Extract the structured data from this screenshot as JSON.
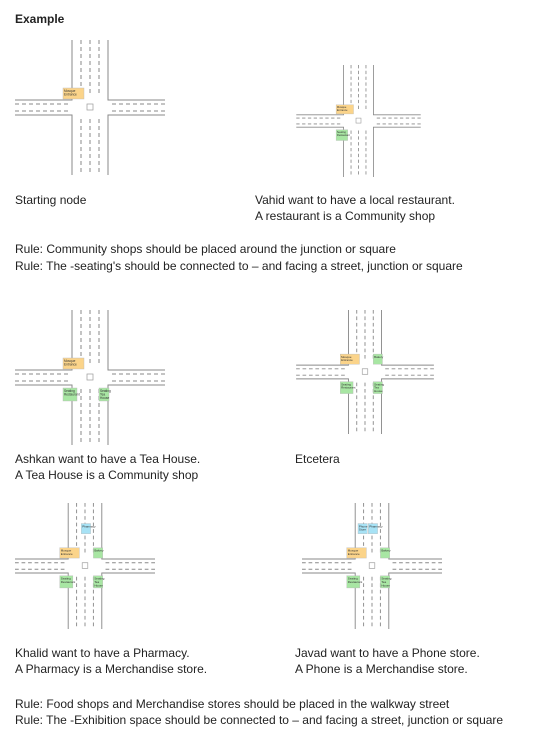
{
  "title": "Example",
  "colors": {
    "community": "#fbd48a",
    "food": "#a8e6a3",
    "merchandise": "#a7e2f5",
    "road": "#8a8a8a",
    "square": "#ffffff"
  },
  "panels": [
    {
      "caption": [
        "Starting node"
      ],
      "lots": [
        {
          "type": "community",
          "text": "Mosque Entrance"
        }
      ]
    },
    {
      "caption": [
        "Vahid want to have a local restaurant.",
        "A restaurant is a Community shop"
      ],
      "lots": [
        {
          "type": "community",
          "text": "Mosque Entrance"
        },
        {
          "type": "food",
          "text": "Seating Restaurant"
        }
      ]
    },
    {
      "caption": [
        "Ashkan want to have a Tea House.",
        "A Tea House is a Community shop"
      ],
      "lots": [
        {
          "type": "community",
          "text": "Mosque Entrance"
        },
        {
          "type": "food",
          "text": "Seating Restaurant"
        },
        {
          "type": "food",
          "text": "Seating Tea House"
        }
      ]
    },
    {
      "caption": [
        "Etcetera"
      ],
      "lots": [
        {
          "type": "community",
          "text": "Mosque Entrance"
        },
        {
          "type": "food",
          "text": "Bakery"
        },
        {
          "type": "food",
          "text": "Seating Restaurant"
        },
        {
          "type": "food",
          "text": "Seating Tea House"
        }
      ]
    },
    {
      "caption": [
        "Khalid want to have a Pharmacy.",
        "A Pharmacy is a Merchandise store."
      ],
      "lots": [
        {
          "type": "merchandise",
          "text": "Pharmacy"
        },
        {
          "type": "community",
          "text": "Mosque Entrance"
        },
        {
          "type": "food",
          "text": "Bakery"
        },
        {
          "type": "food",
          "text": "Seating Restaurant"
        },
        {
          "type": "food",
          "text": "Seating Tea House"
        }
      ]
    },
    {
      "caption": [
        "Javad want to have a Phone store.",
        "A Phone is a Merchandise store."
      ],
      "lots": [
        {
          "type": "merchandise",
          "text": "Phone Store"
        },
        {
          "type": "merchandise",
          "text": "Pharmacy"
        },
        {
          "type": "community",
          "text": "Mosque Entrance"
        },
        {
          "type": "food",
          "text": "Bakery"
        },
        {
          "type": "food",
          "text": "Seating Restaurant"
        },
        {
          "type": "food",
          "text": "Seating Tea House"
        }
      ]
    }
  ],
  "rules_top": [
    "Rule: Community shops should be placed around the junction or square",
    "Rule: The -seating's should be connected to – and facing a street, junction or square"
  ],
  "rules_bottom": [
    "Rule: Food shops and Merchandise stores should be placed in the walkway street",
    "Rule: The -Exhibition space should be connected to – and facing a street, junction or square"
  ]
}
